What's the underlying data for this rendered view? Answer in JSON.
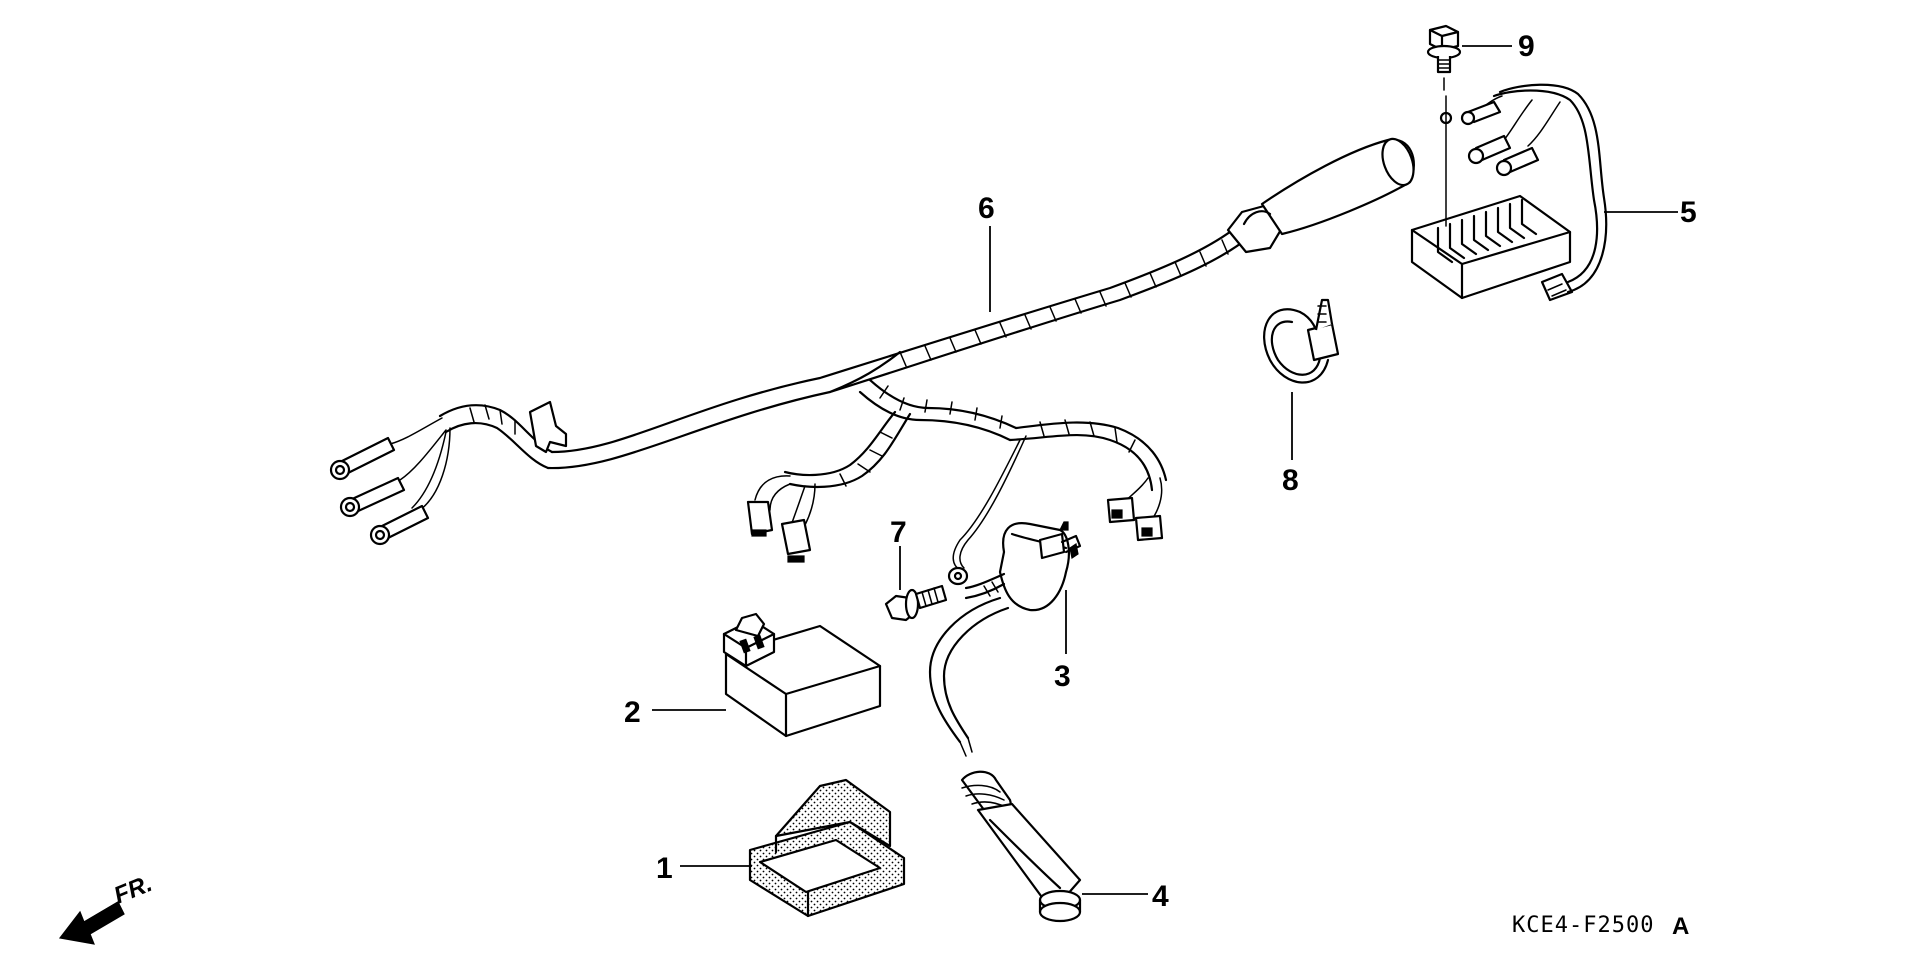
{
  "diagram": {
    "callouts": [
      {
        "id": "1",
        "label": "1",
        "part": "rubber-cover"
      },
      {
        "id": "2",
        "label": "2",
        "part": "cdi-unit"
      },
      {
        "id": "3",
        "label": "3",
        "part": "ignition-coil"
      },
      {
        "id": "4",
        "label": "4",
        "part": "spark-plug-cap"
      },
      {
        "id": "5",
        "label": "5",
        "part": "regulator-rectifier"
      },
      {
        "id": "6",
        "label": "6",
        "part": "wire-harness"
      },
      {
        "id": "7",
        "label": "7",
        "part": "bolt"
      },
      {
        "id": "8",
        "label": "8",
        "part": "cable-band"
      },
      {
        "id": "9",
        "label": "9",
        "part": "flange-bolt"
      }
    ],
    "direction_label": "FR.",
    "direction_icon": "front-arrow-icon",
    "figure_code": "KCE4-F2500",
    "figure_code_suffix": "A"
  }
}
